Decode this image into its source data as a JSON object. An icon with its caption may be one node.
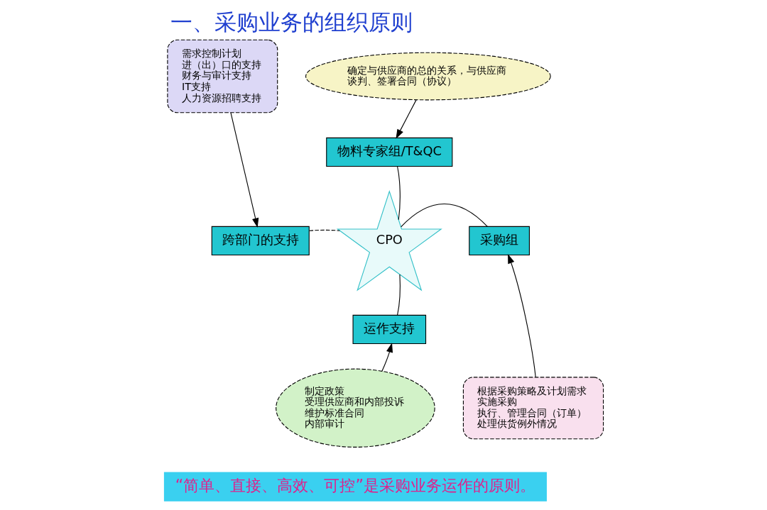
{
  "diagram": {
    "title": "一、采购业务的组织原则",
    "nodes": [
      {
        "text": [
          "需求控制计划",
          "进（出）口的支持",
          "财务与审计支持",
          "IT支持",
          "人力资源招聘支持"
        ]
      },
      {
        "text": [
          "确定与供应商的总的关系，与供应商谈判、签署合同（协议）"
        ]
      },
      {
        "text": [
          "物料专家组/T&QC"
        ]
      },
      {
        "text": [
          "跨部门的支持"
        ]
      },
      {
        "text": [
          "CPO"
        ]
      },
      {
        "text": [
          "采购组"
        ]
      },
      {
        "text": [
          "运作支持"
        ]
      },
      {
        "text": [
          "制定政策",
          "受理供应商和内部投诉",
          "维护标准合同",
          "内部审计"
        ]
      },
      {
        "text": [
          "根据采购策略及计划需求实施采购",
          "执行、管理合同（订单）",
          "处理供货例外情况"
        ]
      }
    ],
    "edges": [
      {
        "from": 0,
        "to": 3,
        "arrow": "to"
      },
      {
        "from": 1,
        "to": 2,
        "arrow": "to"
      },
      {
        "from": 8,
        "to": 5,
        "arrow": "to"
      },
      {
        "from": 7,
        "to": 6,
        "arrow": "to"
      },
      {
        "from": 3,
        "to": 4,
        "arrow": "none",
        "style": "dashed"
      },
      {
        "from": 4,
        "to": 2,
        "arrow": "none"
      },
      {
        "from": 4,
        "to": 5,
        "arrow": "none"
      },
      {
        "from": 4,
        "to": 6,
        "arrow": "none"
      }
    ],
    "labels": [
      "“简单、直接、高效、可控”是采购业务运作的原则。"
    ]
  }
}
